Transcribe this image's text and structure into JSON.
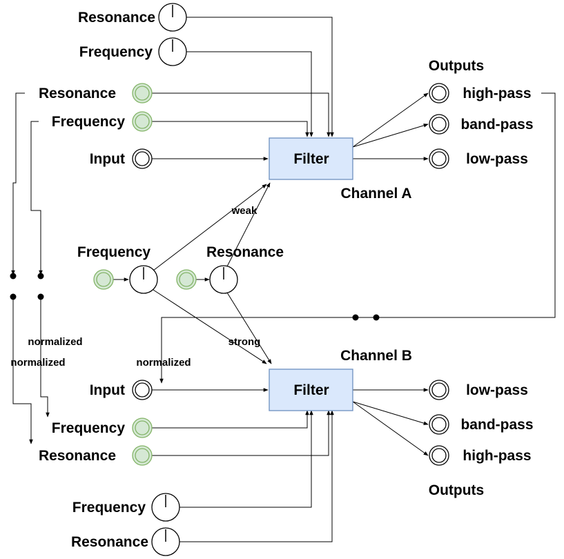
{
  "top_controls": {
    "resonance": "Resonance",
    "frequency": "Frequency"
  },
  "channel_a": {
    "title": "Channel A",
    "filter_label": "Filter",
    "cv_resonance": "Resonance",
    "cv_frequency": "Frequency",
    "input": "Input",
    "outputs_title": "Outputs",
    "outputs": [
      "high-pass",
      "band-pass",
      "low-pass"
    ]
  },
  "shared": {
    "frequency": "Frequency",
    "resonance": "Resonance",
    "weak": "weak",
    "strong": "strong"
  },
  "normalized": {
    "left_upper": "normalized",
    "left_lower": "normalized",
    "input_b": "normalized"
  },
  "channel_b": {
    "title": "Channel B",
    "filter_label": "Filter",
    "input": "Input",
    "cv_frequency": "Frequency",
    "cv_resonance": "Resonance",
    "outputs_title": "Outputs",
    "outputs": [
      "low-pass",
      "band-pass",
      "high-pass"
    ]
  },
  "bottom_controls": {
    "frequency": "Frequency",
    "resonance": "Resonance"
  },
  "colors": {
    "filter_fill": "#dae8fc",
    "filter_stroke": "#6c8ebf",
    "cv_jack_fill": "#d5e8d4",
    "cv_jack_stroke": "#82b366"
  }
}
